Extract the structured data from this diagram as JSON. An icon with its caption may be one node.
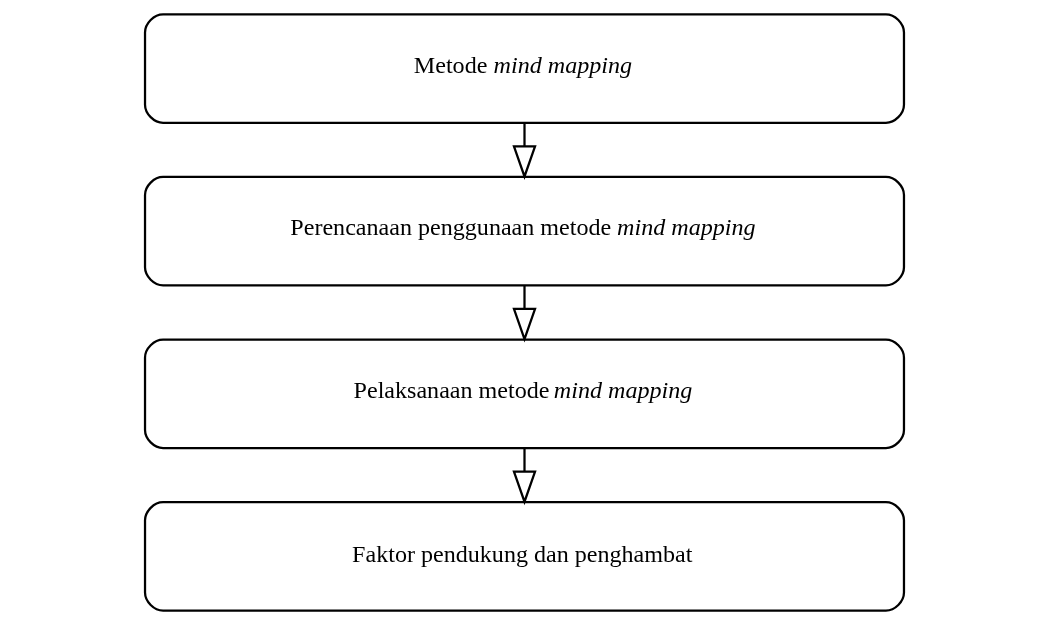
{
  "diagram": {
    "nodes": [
      {
        "text": [
          "Metode *mind mapping*"
        ]
      },
      {
        "text": [
          "Perencanaan penggunaan metode *mind mapping*"
        ]
      },
      {
        "text": [
          "Pelaksanaan metode *mind mapping*"
        ]
      },
      {
        "text": [
          "Faktor pendukung dan penghambat"
        ]
      }
    ],
    "edges": [
      {
        "from": 0,
        "to": 1,
        "arrow": "to"
      },
      {
        "from": 1,
        "to": 2,
        "arrow": "to"
      },
      {
        "from": 2,
        "to": 3,
        "arrow": "to"
      }
    ]
  }
}
